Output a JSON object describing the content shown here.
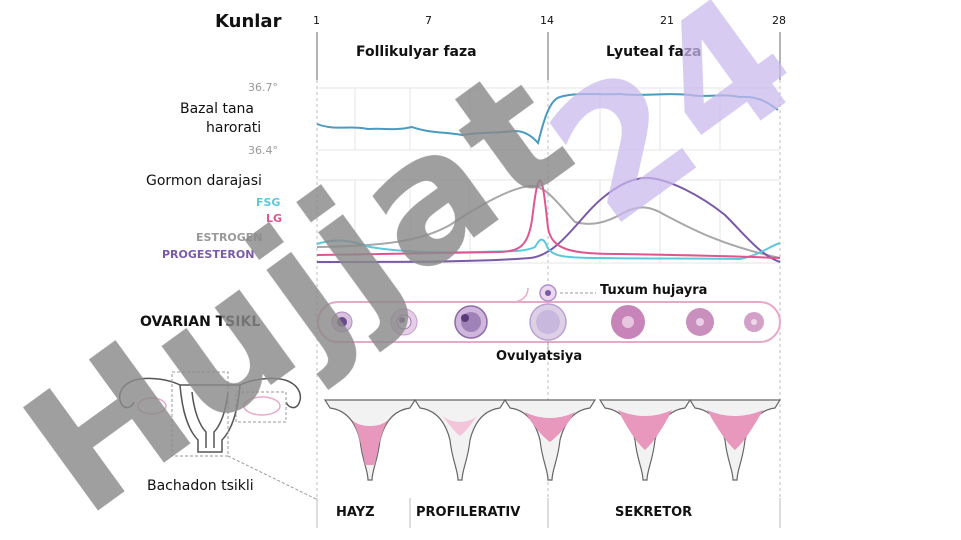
{
  "days": {
    "label": "Kunlar",
    "ticks": [
      "1",
      "7",
      "14",
      "21",
      "28"
    ]
  },
  "phases": {
    "follicular": "Follikulyar faza",
    "luteal": "Lyuteal faza"
  },
  "temperature": {
    "label_line1": "Bazal tana",
    "label_line2": "harorati",
    "max": "36.7°",
    "min": "36.4°"
  },
  "hormones": {
    "label": "Gormon darajasi",
    "fsh": "FSG",
    "lh": "LG",
    "estrogen": "ESTROGEN",
    "progesterone": "PROGESTERON"
  },
  "ovarian": {
    "label": "OVARIAN TSIKL",
    "egg": "Tuxum hujayra",
    "ovulation": "Ovulyatsiya"
  },
  "uterine": {
    "label": "Bachadon tsikli",
    "menses": "HAYZ",
    "proliferative": "PROFILERATIV",
    "secretory": "SEKRETOR"
  },
  "watermark": {
    "text": "Hujjat24"
  },
  "colors": {
    "temperature_line": "#4a9bc0",
    "fsh": "#5bc8dc",
    "lh": "#e0558f",
    "estrogen": "#a8a8a8",
    "progesterone": "#7a5aa8",
    "follicle_pink": "#e8a8c8",
    "corpus_luteum": "#c784b8",
    "watermark_gray": "#8a8a8a",
    "watermark_lavender": "#c9b8ee"
  }
}
